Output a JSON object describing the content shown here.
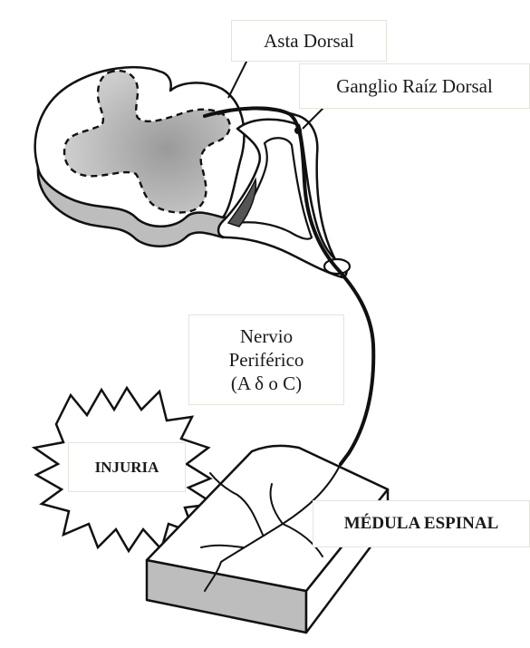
{
  "labels": {
    "asta_dorsal": "Asta Dorsal",
    "ganglio": "Ganglio Raíz Dorsal",
    "nervio_line1": "Nervio",
    "nervio_line2": "Periférico",
    "nervio_line3": "(A δ o C)",
    "injuria": "INJURIA",
    "medula": "MÉDULA ESPINAL"
  },
  "colors": {
    "outline": "#111111",
    "gray_matter": "#c9c9c9",
    "gray_matter_center": "#9e9e9e",
    "shadow_side": "#b8b8b8",
    "dark_shadow": "#555555",
    "label_border": "#e4e4dc"
  }
}
